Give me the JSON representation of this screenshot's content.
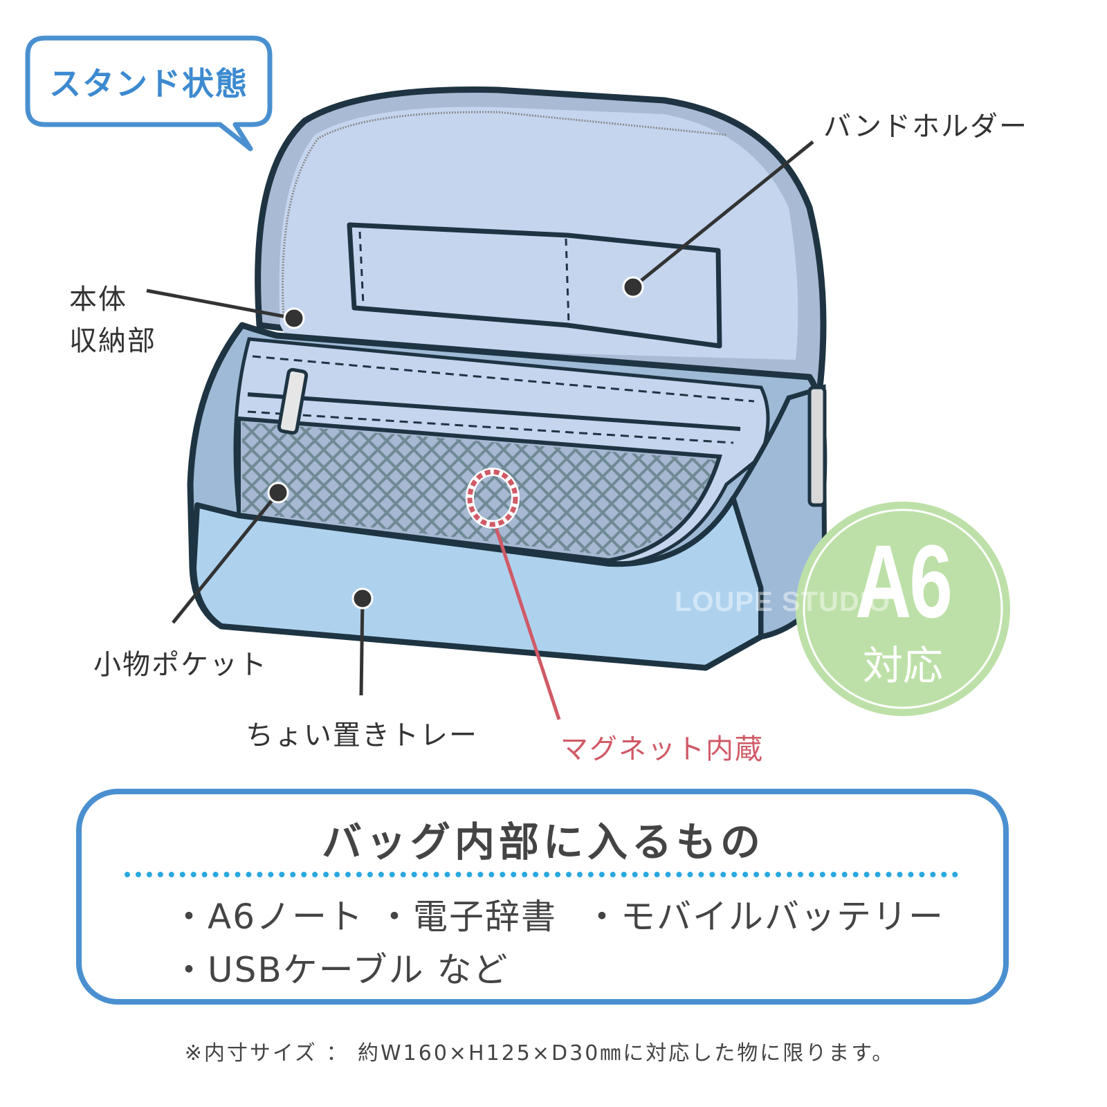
{
  "callout": {
    "label": "スタンド状態"
  },
  "annotations": {
    "band_holder": "バンドホルダー",
    "main_storage_line1": "本体",
    "main_storage_line2": "収納部",
    "small_pocket": "小物ポケット",
    "tray": "ちょい置きトレー",
    "magnet": "マグネット内蔵"
  },
  "badge": {
    "size": "A6",
    "label": "対応",
    "color": "#bde0a8"
  },
  "watermark": "LOUPE STUDIO",
  "contents_box": {
    "title": "バッグ内部に入るもの",
    "items": [
      "・A6ノート",
      "・電子辞書",
      "・モバイルバッテリー",
      "・USBケーブル など"
    ]
  },
  "footnote": "※内寸サイズ ： 約W160×H125×D30㎜に対応した物に限ります。",
  "colors": {
    "accent_blue": "#4a90d0",
    "magnet_red": "#d05a66",
    "bag_outline": "#1e3442",
    "bag_fill": "#c5d5ee"
  }
}
